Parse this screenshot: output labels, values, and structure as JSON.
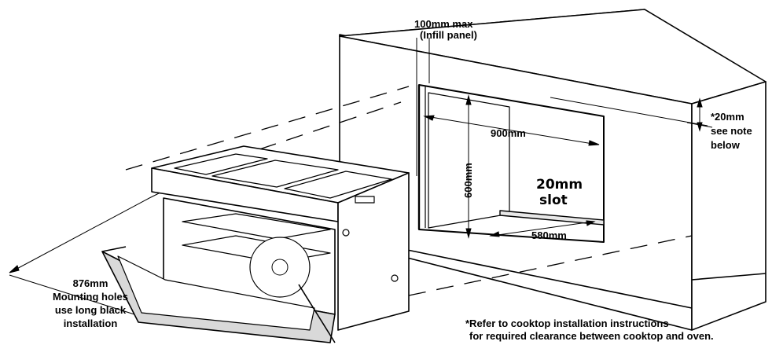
{
  "labels": {
    "infill_line1": "100mm max",
    "infill_line2": "(Infill panel)",
    "width": "900mm",
    "height": "600mm",
    "depth": "580mm",
    "slot_line1": "20mm",
    "slot_line2": "slot",
    "clearance_line1": "*20mm",
    "clearance_line2": "see note",
    "clearance_line3": "below",
    "mounting_line1": "876mm",
    "mounting_line2": "Mounting holes",
    "mounting_line3": "use long black",
    "mounting_line4": "installation",
    "note_line1": "*Refer to cooktop installation instructions",
    "note_line2": "for required clearance between cooktop and oven."
  },
  "colors": {
    "line": "#000000",
    "cavity_floor": "#f2f2f2",
    "door_shade": "#d9d9d9"
  }
}
